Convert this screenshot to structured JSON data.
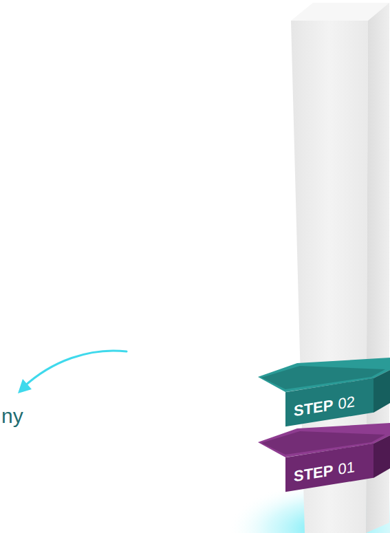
{
  "diagram": {
    "nodes": [
      {
        "text": [
          "STEP",
          "02"
        ]
      },
      {
        "text": [
          "STEP",
          "01"
        ]
      }
    ],
    "labels": [
      "ny"
    ]
  }
}
